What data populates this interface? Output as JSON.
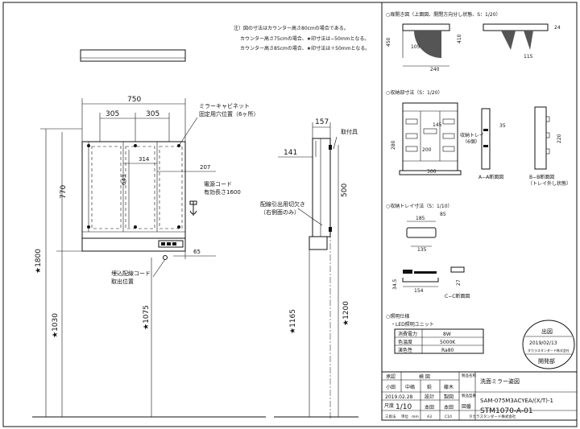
{
  "notes": {
    "line1": "注）図の寸法はカウンター高さ80cmの場合である。",
    "line2": "カウンター高さ75cmの場合、★印寸法は−50mmとなる。",
    "line3": "カウンター高さ85cmの場合、★印寸法は＋50mmとなる。"
  },
  "front": {
    "dim_width": "750",
    "dim_305a": "305",
    "dim_305b": "305",
    "dim_314": "314",
    "dim_207": "207",
    "dim_643": "643",
    "dim_770": "770",
    "dim_1800": "★1800",
    "dim_1030": "★1030",
    "dim_1075": "★1075",
    "dim_65": "65",
    "label_mirror_cabinet_1": "ミラーキャビネット",
    "label_mirror_cabinet_2": "固定用穴位置（6ヶ所）",
    "label_power_cord_1": "電源コード",
    "label_power_cord_2": "有効長さ1600",
    "label_buried_cord_1": "埋込配線コード",
    "label_buried_cord_2": "取出位置"
  },
  "side": {
    "dim_157": "157",
    "dim_141": "141",
    "dim_500": "500",
    "dim_1165": "★1165",
    "dim_1200": "★1200",
    "label_fixture": "取付具",
    "label_wiring_1": "配線引出用切欠き",
    "label_wiring_2": "（右側面のみ）"
  },
  "right": {
    "door_title": "○扉開き図（上面図、開閉方向分し状態、S：1/20）",
    "door_dims": [
      "450",
      "410",
      "240",
      "115",
      "105",
      "24"
    ],
    "storage_title": "○収納部寸法（S：1/20）",
    "storage_dims": [
      "145",
      "280",
      "200",
      "35",
      "300",
      "220"
    ],
    "label_tray_1": "収納トレイ",
    "label_tray_2": "（6個）",
    "label_aa": "A−A断面図",
    "label_bb_1": "B−B断面図",
    "label_bb_2": "（トレイ外し状態）",
    "tray_title": "○収納トレイ寸法（S：1/10）",
    "tray_dims": [
      "185",
      "85",
      "135",
      "154",
      "27",
      "34.5"
    ],
    "label_cc": "C−C断面図",
    "light_title": "○照明仕様",
    "light_unit": "・LED照明ユニット",
    "spec_rows": [
      {
        "label": "消費電力",
        "value": "8W"
      },
      {
        "label": "色温度",
        "value": "5000K"
      },
      {
        "label": "演色性",
        "value": "Ra80"
      }
    ]
  },
  "stamp": {
    "line1": "出図",
    "line2": "2019/02/13",
    "line3": "タカラスタンダード株式会社",
    "line4": "開発部"
  },
  "title_block": {
    "h_rev": "承認",
    "h_check": "検 図",
    "h_name_label": "製品名称",
    "name": "洗面ミラー姿図",
    "c_draw": "小田",
    "c_mid": "中嶋",
    "c_chk": "萩",
    "c_app": "藤木",
    "model_label": "製品型番",
    "model": "SAM-075M3ACYEA/(X/T)-1",
    "date": "2019.02.28",
    "design": "設計",
    "draft": "製図",
    "scale_label": "尺度",
    "scale": "1/10",
    "designer": "本田",
    "drafter": "本田",
    "dwg_label": "図番",
    "dwg_no": "STM1070-A-01",
    "footer_proj": "三角法",
    "footer_unit": "単位",
    "footer_mm": "mm",
    "footer_size": "A3",
    "footer_cad": "C10",
    "footer_company": "タカラスタンダード株式会社"
  }
}
